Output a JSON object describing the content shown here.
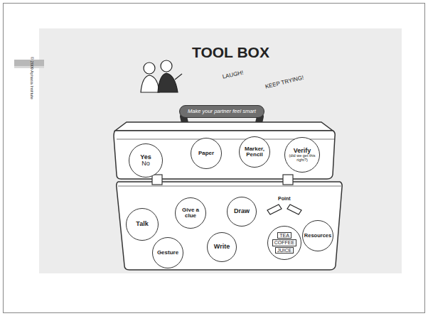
{
  "diagram": {
    "title": "TOOL BOX",
    "nodes": [
      {
        "text": [
          "Make your partner feel smart"
        ]
      },
      {
        "text": [
          "Yes",
          "No"
        ]
      },
      {
        "text": [
          "Paper"
        ]
      },
      {
        "text": [
          "Marker, Pencil"
        ]
      },
      {
        "text": [
          "Verify",
          "(did we get this right?)"
        ]
      },
      {
        "text": [
          "Talk"
        ]
      },
      {
        "text": [
          "Give a clue"
        ]
      },
      {
        "text": [
          "Draw"
        ]
      },
      {
        "text": [
          "TEA",
          "COFFEE",
          "JUICE"
        ]
      },
      {
        "text": [
          "Resources"
        ]
      },
      {
        "text": [
          "Gesture"
        ]
      },
      {
        "text": [
          "Write"
        ]
      }
    ],
    "labels": [
      "© 2009 Aphasia Institute",
      "LAUGH!",
      "KEEP TRYING!",
      "Point"
    ]
  }
}
